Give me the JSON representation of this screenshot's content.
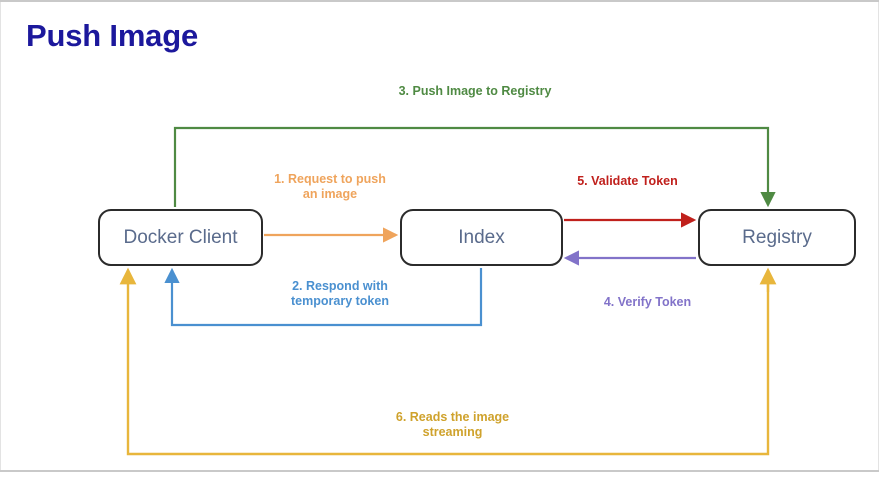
{
  "slide": {
    "title": "Push Image",
    "title_color": "#1c189c",
    "background": "#ffffff"
  },
  "nodes": [
    {
      "id": "docker-client",
      "label": "Docker Client",
      "text_color": "#5a6b8c",
      "border_color": "#2b2b2b"
    },
    {
      "id": "index",
      "label": "Index",
      "text_color": "#5a6b8c",
      "border_color": "#2b2b2b"
    },
    {
      "id": "registry",
      "label": "Registry",
      "text_color": "#5a6b8c",
      "border_color": "#2b2b2b"
    }
  ],
  "edges": [
    {
      "step": 1,
      "label": "1. Request to push\nan image",
      "color": "#efa45c",
      "from": "docker-client",
      "to": "index",
      "direction": "right"
    },
    {
      "step": 2,
      "label": "2. Respond with\ntemporary token",
      "color": "#4a90d0",
      "from": "index",
      "to": "docker-client",
      "direction": "left"
    },
    {
      "step": 3,
      "label": "3. Push Image to Registry",
      "color": "#4f8a43",
      "from": "docker-client",
      "to": "registry",
      "direction": "right"
    },
    {
      "step": 4,
      "label": "4. Verify Token",
      "color": "#8273c9",
      "from": "registry",
      "to": "index",
      "direction": "left"
    },
    {
      "step": 5,
      "label": "5. Validate Token",
      "color": "#c0201c",
      "from": "index",
      "to": "registry",
      "direction": "right"
    },
    {
      "step": 6,
      "label": "6. Reads the image\nstreaming",
      "color": "#e8b63c",
      "from": "registry",
      "to": "docker-client",
      "direction": "left"
    }
  ],
  "frame": {
    "border_color": "#c9c9c9"
  }
}
